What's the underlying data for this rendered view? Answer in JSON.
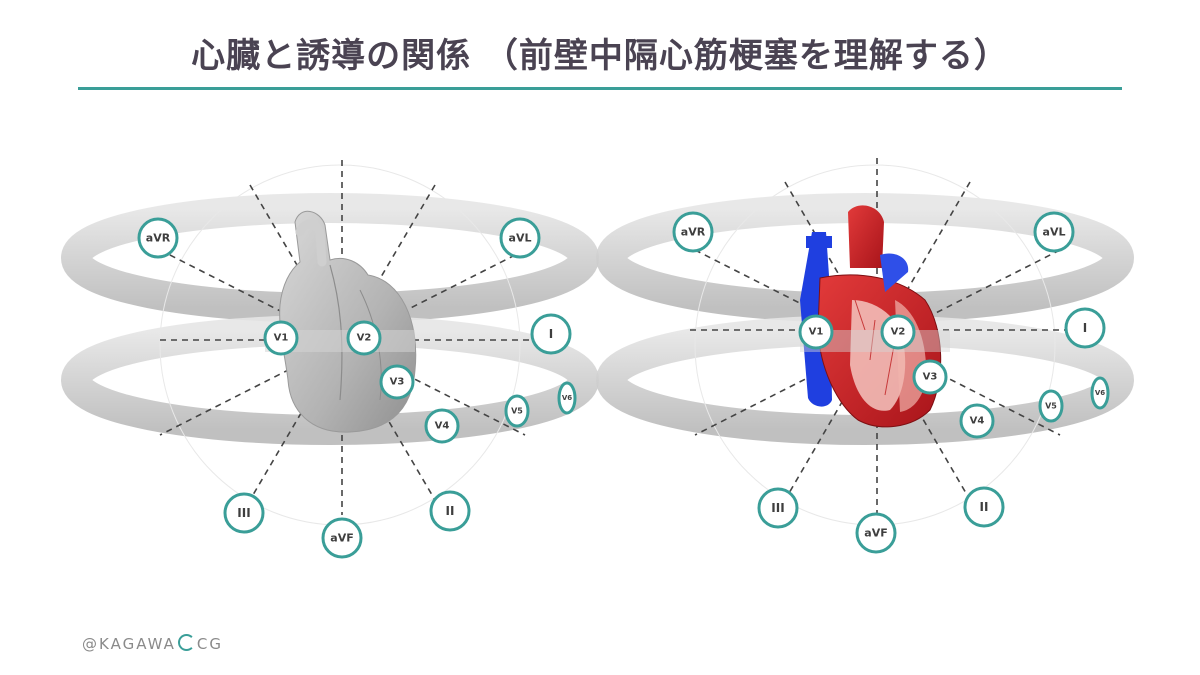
{
  "title": "心臓と誘導の関係 （前壁中隔心筋梗塞を理解する）",
  "accent_color": "#3a9e98",
  "brand": {
    "prefix": "@KAGAWA",
    "suffix": "CG",
    "mark": "swirl-icon"
  },
  "panels": [
    {
      "heart_style": "gray-3d-model",
      "limb_leads": [
        "aVR",
        "aVL",
        "I",
        "II",
        "aVF",
        "III"
      ],
      "chest_leads": [
        "V1",
        "V2",
        "V3",
        "V4",
        "V5",
        "V6"
      ]
    },
    {
      "heart_style": "anatomical-cross-section",
      "limb_leads": [
        "aVR",
        "aVL",
        "I",
        "II",
        "aVF",
        "III"
      ],
      "chest_leads": [
        "V1",
        "V2",
        "V3",
        "V4",
        "V5",
        "V6"
      ]
    }
  ]
}
